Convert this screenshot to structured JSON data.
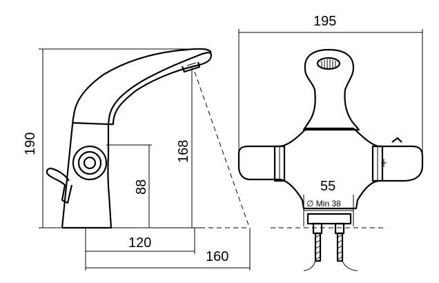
{
  "dimensions": {
    "height_total": "190",
    "height_outlet": "168",
    "height_handle": "88",
    "depth_outlet": "120",
    "depth_total": "160",
    "width_total": "195",
    "center_distance": "55",
    "hole_diameter": "∅ Min 38"
  }
}
